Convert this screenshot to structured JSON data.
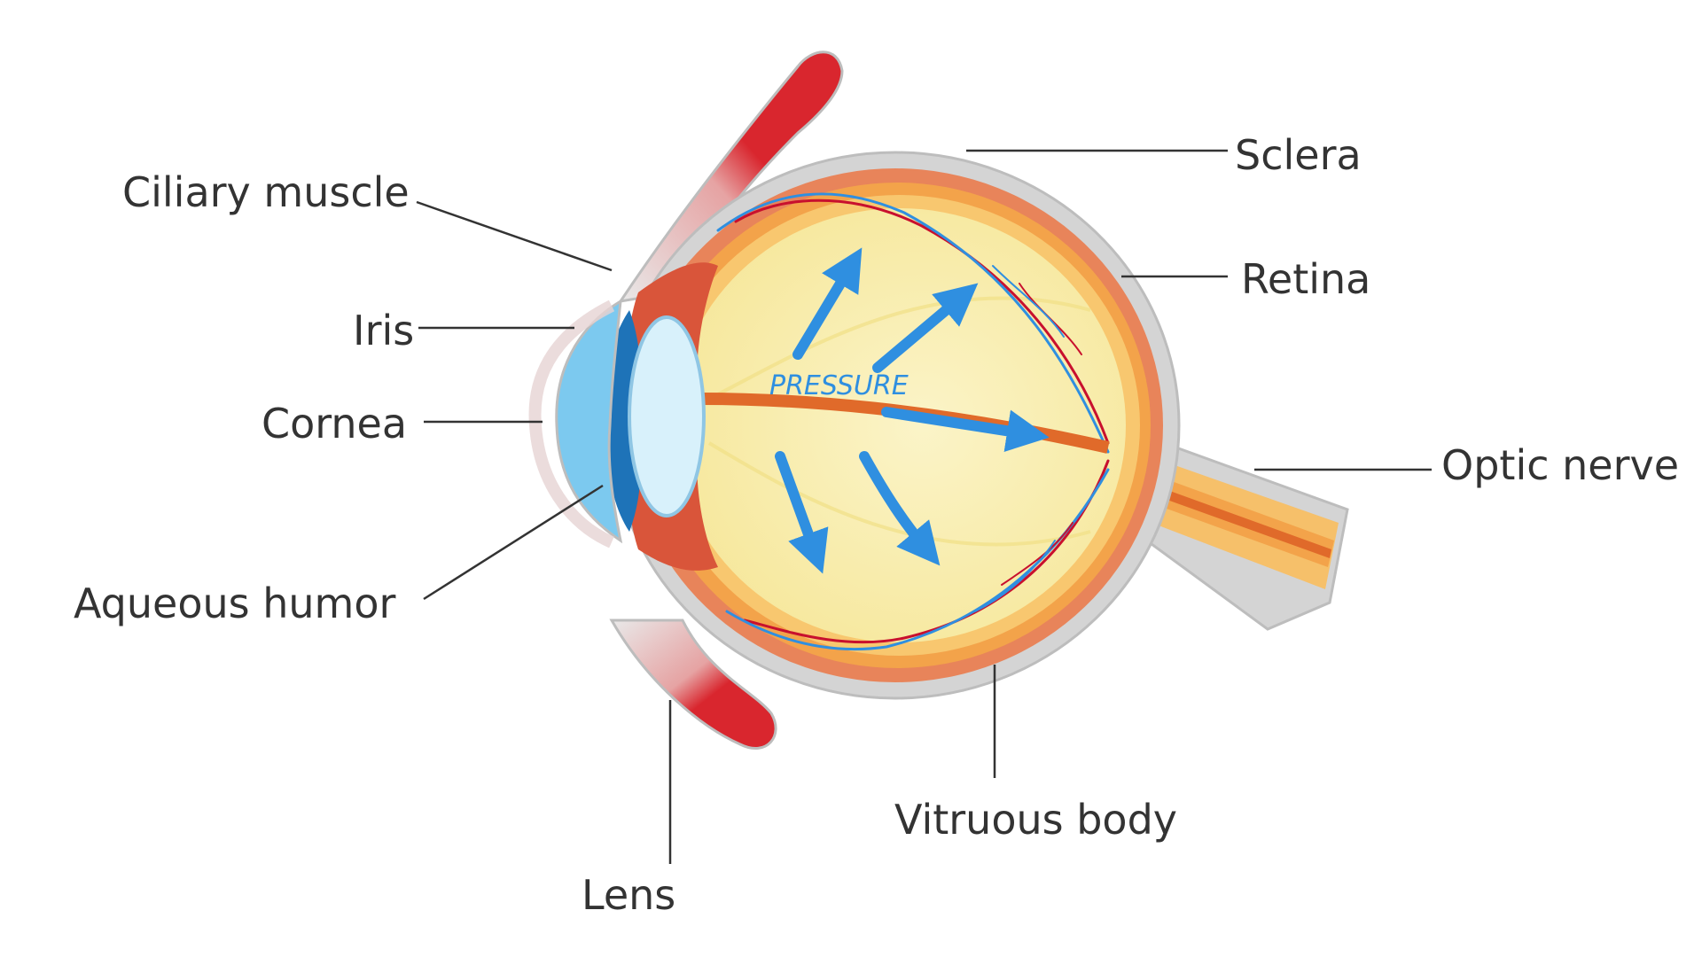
{
  "labels": {
    "ciliary_muscle": "Ciliary muscle",
    "iris": "Iris",
    "cornea": "Cornea",
    "aqueous_humor": "Aqueous humor",
    "lens": "Lens",
    "sclera": "Sclera",
    "retina": "Retina",
    "optic_nerve": "Optic nerve",
    "vitreous_body": "Vitruous body"
  },
  "annotation": {
    "pressure": "PRESSURE"
  },
  "colors": {
    "sclera_gray": "#d4d4d4",
    "choroid_orange": "#e8845a",
    "retina_orange": "#f3a34a",
    "vitreous_yellow": "#f9efb2",
    "lens_blue": "#d8f1fb",
    "cornea_blue": "#7cc9ef",
    "muscle_red": "#d9262e",
    "vessel_red": "#c8102e",
    "vessel_blue": "#2f8fe0",
    "arrow_blue": "#2f8fe0",
    "leader_line": "#333333"
  }
}
